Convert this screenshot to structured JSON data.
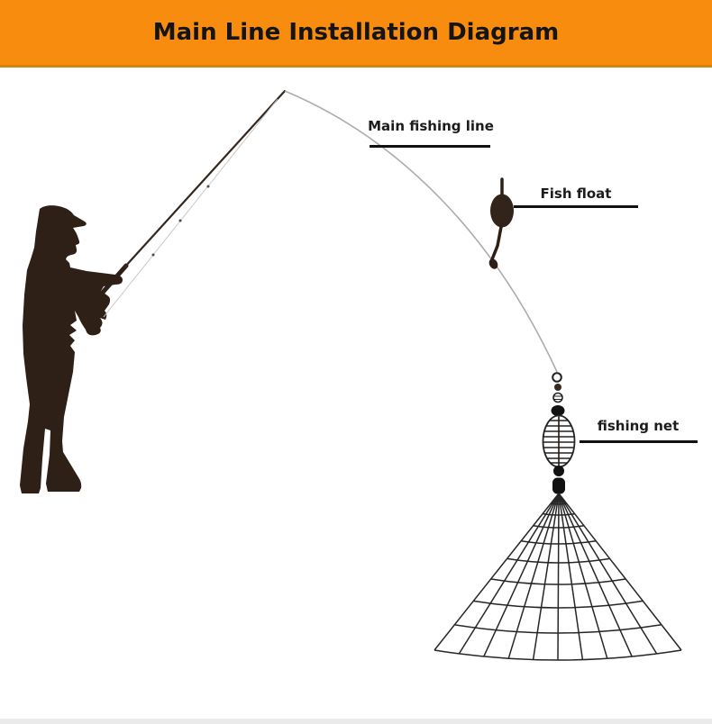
{
  "banner": {
    "title": "Main Line Installation Diagram",
    "bg_color": "#F78C0E",
    "border_color": "#D2850C",
    "text_color": "#141414"
  },
  "labels": {
    "main_line": "Main fishing line",
    "fish_float": "Fish float",
    "fishing_net": "fishing net"
  },
  "colors": {
    "silhouette_brown": "#2E1F17",
    "float_brown": "#32231B",
    "line_gray": "#ACACAC",
    "net_stroke": "#262626",
    "feeder_center_wire": "#5B4334",
    "label_underline": "#111111",
    "footer_strip": "#EAEAEA"
  }
}
